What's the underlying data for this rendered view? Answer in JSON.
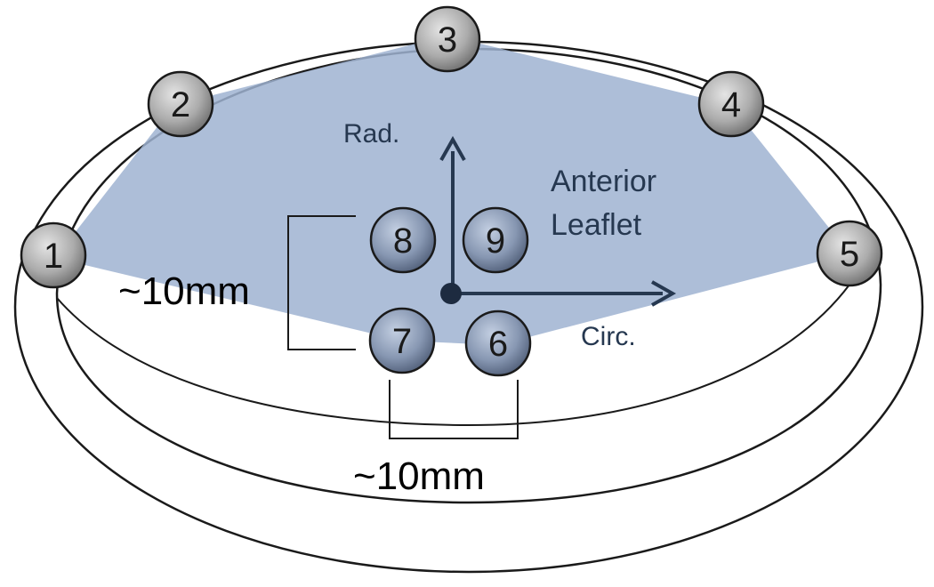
{
  "labels": {
    "radial": "Rad.",
    "circumferential": "Circ.",
    "leaflet_line1": "Anterior",
    "leaflet_line2": "Leaflet",
    "radial_spacing": "~10mm",
    "circumferential_spacing": "~10mm"
  },
  "annulus_markers": [
    "1",
    "2",
    "3",
    "4",
    "5"
  ],
  "leaflet_markers": [
    "6",
    "7",
    "8",
    "9"
  ],
  "colors": {
    "leaflet_fill": "#9fb3d1",
    "annulus_marker": "#a8a8a8",
    "leaflet_marker": "#7e8ea8",
    "axis": "#263850",
    "outline": "#1a1a1a"
  }
}
